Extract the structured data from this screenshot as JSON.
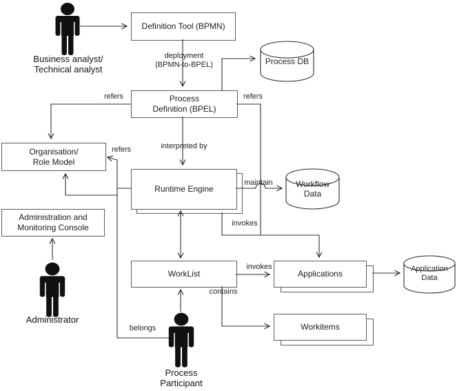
{
  "diagram": {
    "boxes": {
      "definition_tool": {
        "label": "Definition Tool (BPMN)"
      },
      "process_definition": {
        "label": "Process\nDefinition (BPEL)"
      },
      "organisation_role_model": {
        "label": "Organisation/\nRole Model"
      },
      "admin_console": {
        "label": "Administration and\nMonitoring Console"
      },
      "runtime_engine": {
        "label": "Runtime Engine"
      },
      "worklist": {
        "label": "WorkList"
      },
      "applications": {
        "label": "Applications"
      },
      "workitems": {
        "label": "Workitems"
      }
    },
    "datastores": {
      "process_db": {
        "label": "Process DB"
      },
      "workflow_data": {
        "label": "Workflow\nData"
      },
      "application_data": {
        "label": "Application\nData"
      }
    },
    "actors": {
      "business_analyst": {
        "label": "Business analyst/\nTechnical analyst"
      },
      "administrator": {
        "label": "Administrator"
      },
      "process_participant": {
        "label": "Process\nParticipant"
      }
    },
    "edge_labels": {
      "deployment": "deployment\n(BPMN-to-BPEL)",
      "refers_pd_left": "refers",
      "refers_pd_right": "refers",
      "interpreted_by": "interpreted by",
      "refers_org": "refers",
      "maintain": "maintain",
      "invokes_runtime": "invokes",
      "invokes_worklist": "invokes",
      "contains": "contains",
      "belongs": "belongs"
    },
    "colors": {
      "box_border": "#5b5b5b",
      "connector": "#2e2e2e",
      "actor_fill": "#111111",
      "background": "#ffffff"
    }
  }
}
